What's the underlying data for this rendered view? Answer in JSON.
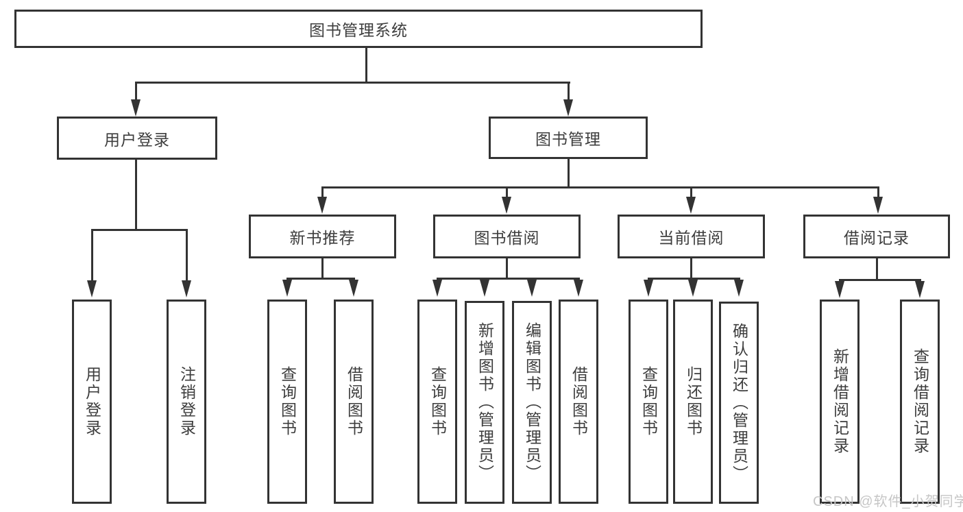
{
  "diagram": {
    "type": "hierarchy-tree",
    "title": "图书管理系统",
    "orientation": "top-down",
    "link_style": "orthogonal-elbow-with-arrowheads"
  },
  "nodes": {
    "root": "图书管理系统",
    "user_login": "用户登录",
    "book_mgmt": "图书管理",
    "new_book_rec": "新书推荐",
    "book_borrow": "图书借阅",
    "current_borrow": "当前借阅",
    "borrow_records": "借阅记录",
    "ul_user_login": "用户登录",
    "ul_logout": "注销登录",
    "nbr_query": "查询图书",
    "nbr_borrow": "借阅图书",
    "bb_query": "查询图书",
    "bb_add": "新增图书（管理员）",
    "bb_edit": "编辑图书（管理员）",
    "bb_borrow": "借阅图书",
    "cb_query": "查询图书",
    "cb_return": "归还图书",
    "cb_confirm": "确认归还（管理员）",
    "br_add": "新增借阅记录",
    "br_query": "查询借阅记录"
  },
  "tree": {
    "label": "图书管理系统",
    "children": [
      {
        "label": "用户登录",
        "children": [
          {
            "label": "用户登录"
          },
          {
            "label": "注销登录"
          }
        ]
      },
      {
        "label": "图书管理",
        "children": [
          {
            "label": "新书推荐",
            "children": [
              {
                "label": "查询图书"
              },
              {
                "label": "借阅图书"
              }
            ]
          },
          {
            "label": "图书借阅",
            "children": [
              {
                "label": "查询图书"
              },
              {
                "label": "新增图书（管理员）"
              },
              {
                "label": "编辑图书（管理员）"
              },
              {
                "label": "借阅图书"
              }
            ]
          },
          {
            "label": "当前借阅",
            "children": [
              {
                "label": "查询图书"
              },
              {
                "label": "归还图书"
              },
              {
                "label": "确认归还（管理员）"
              }
            ]
          },
          {
            "label": "借阅记录",
            "children": [
              {
                "label": "新增借阅记录"
              },
              {
                "label": "查询借阅记录"
              }
            ]
          }
        ]
      }
    ]
  },
  "watermark": "CSDN @软件_小贺同学",
  "colors": {
    "line": "#333333",
    "box_border": "#333333",
    "text": "#3d3d3d",
    "background": "#ffffff",
    "watermark": "#c6c6c6"
  }
}
